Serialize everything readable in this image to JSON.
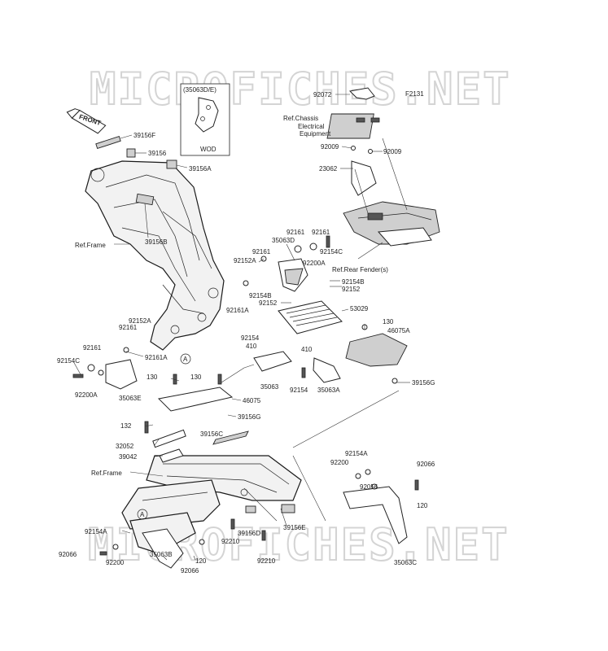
{
  "watermark": "MICROFICHES.NET",
  "front_arrow": "FRONT",
  "inset": {
    "title": "(35063D/E)",
    "caption": "WOD"
  },
  "refs": {
    "chassis": [
      "Ref.Chassis",
      "Electrical",
      "Equipment"
    ],
    "frame_top": "Ref.Frame",
    "frame_bottom": "Ref.Frame",
    "rear_fender": "Ref.Rear Fender(s)"
  },
  "markers": {
    "a1": "A",
    "a2": "A"
  },
  "figure_code": "F2131",
  "parts": {
    "p92072": "92072",
    "p92009a": "92009",
    "p92009b": "92009",
    "p23062": "23062",
    "p39156F": "39156F",
    "p39156": "39156",
    "p39156A": "39156A",
    "p39156B": "39156B",
    "p92161a": "92161",
    "p350630": "35063D",
    "p92154C_a": "92154C",
    "p92152A_a": "92152A",
    "p92161b": "92161",
    "p92200A_a": "92200A",
    "p92161A_a": "92161A",
    "p92154B": "92154B",
    "p92152a": "92152",
    "p92154B2": "92154B",
    "p92152b": "92152",
    "p53029": "53029",
    "p92152A_b": "92152A",
    "p92161c": "92161",
    "p92161d": "92161",
    "p92161A_b": "92161A",
    "p92154C_b": "92154C",
    "p92200A_b": "92200A",
    "p35063E": "35063E",
    "p92154a": "92154",
    "p410a": "410",
    "p410b": "410",
    "p130a": "130",
    "p130b": "130",
    "p130c": "130",
    "p46075A": "46075A",
    "p35063": "35063",
    "p92154b": "92154",
    "p35063A": "35063A",
    "p39156G": "39156G",
    "p46075": "46075",
    "p39156G2": "39156G",
    "p132": "132",
    "p32052": "32052",
    "p39042": "39042",
    "p39156C": "39156C",
    "p92154A_a": "92154A",
    "p92200a": "92200",
    "p92056": "92056",
    "p92066a": "92066",
    "p120a": "120",
    "p92154A_b": "92154A",
    "p92066b": "92066",
    "p92200b": "92200",
    "p35063B": "35063B",
    "p120b": "120",
    "p92066c": "92066",
    "p92210a": "92210",
    "p39156D": "39156D",
    "p92210b": "92210",
    "p39156E": "39156E",
    "p35063C": "35063C"
  }
}
